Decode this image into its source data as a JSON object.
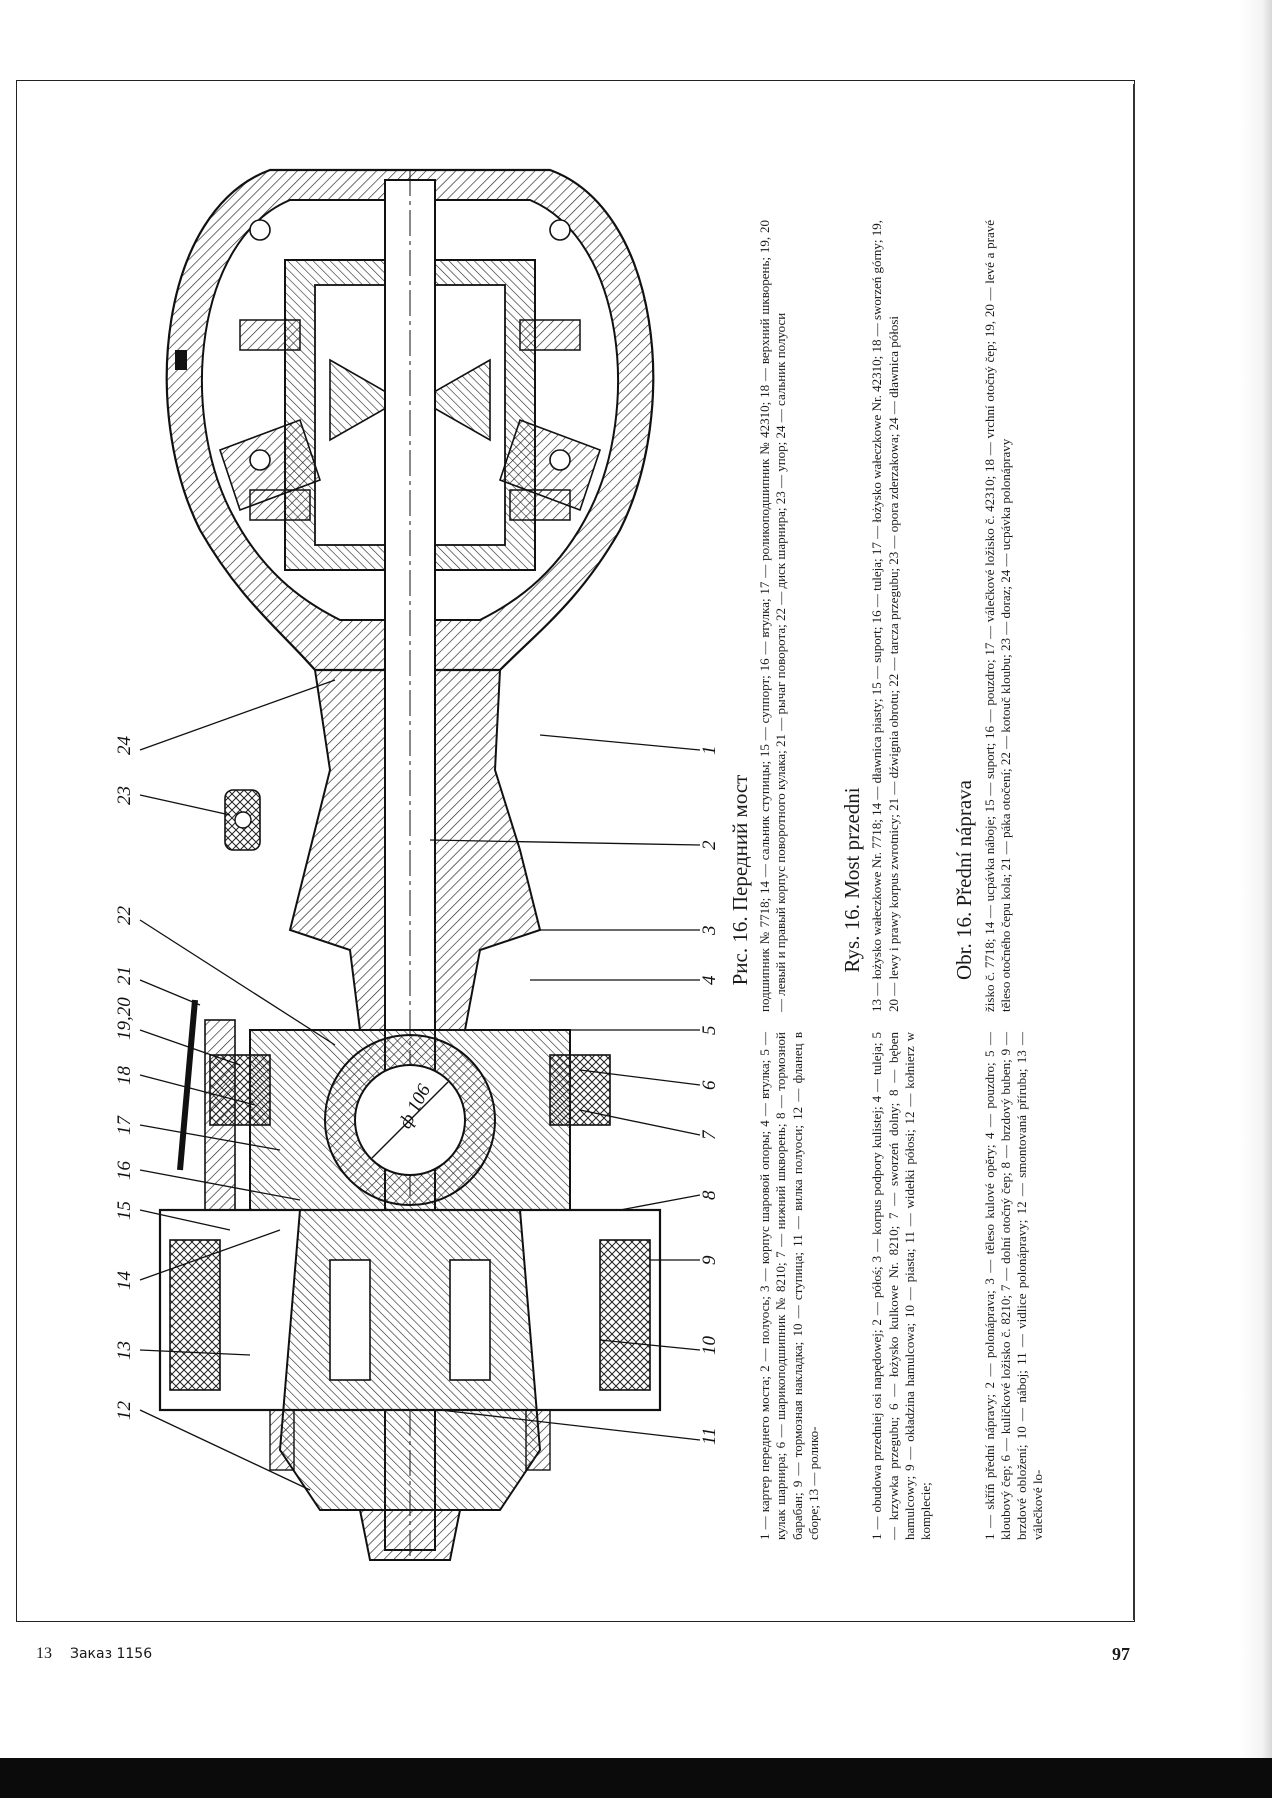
{
  "page": {
    "page_number": "97",
    "signature": "13",
    "order_note": "Заказ 1156"
  },
  "figure": {
    "callout_numbers": [
      "24",
      "23",
      "22",
      "21",
      "19,20",
      "18",
      "17",
      "16",
      "15",
      "14",
      "13",
      "12",
      "1",
      "2",
      "3",
      "4",
      "5",
      "6",
      "7",
      "8",
      "9",
      "10",
      "11"
    ],
    "dimension_label": "ф 106"
  },
  "captions": [
    {
      "title": "Рис. 16. Передний мост",
      "col1": "1 — картер переднего моста; 2 — полуось; 3 — корпус шаровой опоры; 4 — втулка; 5 — кулак шарнира; 6 — шарикоподшипник № 8210; 7 — нижний шкворень; 8 — тормозной барабан; 9 — тормозная накладка; 10 — ступица; 11 — вилка полуоси; 12 — фланец в сборе; 13 — ролико-",
      "col2": "подшипник № 7718; 14 — сальник ступицы; 15 — суппорт; 16 — втулка; 17 — роликоподшипник № 42310; 18 — верхний шкворень; 19, 20 — левый и правый корпус поворотного кулака; 21 — рычаг поворота; 22 — диск шарнира; 23 — упор; 24 — сальник полуоси"
    },
    {
      "title": "Rys. 16. Most przedni",
      "col1": "1 — obudowa przedniej osi napędowej; 2 — półoś; 3 — korpus podpory kulistej; 4 — tuleja; 5 — krzywka przegubu; 6 — łożysko kulkowe Nr. 8210; 7 — sworzeń dolny; 8 — bęben hamulcowy; 9 — okładzina hamulcowa; 10 — piasta; 11 — widełki półosi; 12 — kołnierz w komplecie;",
      "col2": "13 — łożysko wałeczkowe Nr. 7718; 14 — dławnica piasty; 15 — suport; 16 — tuleja; 17 — łożysko wałeczkowe Nr. 42310; 18 — sworzeń górny; 19, 20 — lewy i prawy korpus zwrotnicy; 21 — dźwignia obrotu; 22 — tarcza przegubu; 23 — opora zderzakowa; 24 — dławnica półosi"
    },
    {
      "title": "Obr. 16. Přední náprava",
      "col1": "1 — skříň přední nápravy; 2 — polonáprava; 3 — těleso kulové opěry; 4 — pouzdro; 5 — kloubový čep; 6 — kuličkové ložisko č. 8210; 7 — dolní otočný čep; 8 — brzdový buben; 9 — brzdové obložení; 10 — náboj; 11 — vidlice polonápravy; 12 — smontovaná příruba; 13 — válečkové lo-",
      "col2": "žisko č. 7718; 14 — ucpávka náboje; 15 — suport; 16 — pouzdro; 17 — válečkové ložisko č. 42310; 18 — vrchní otočný čep; 19, 20 — levé a pravé těleso otočného čepu kola; 21 — páka otočení; 22 — kotouč kloubu; 23 — doraz; 24 — ucpávka polonápravy"
    }
  ]
}
